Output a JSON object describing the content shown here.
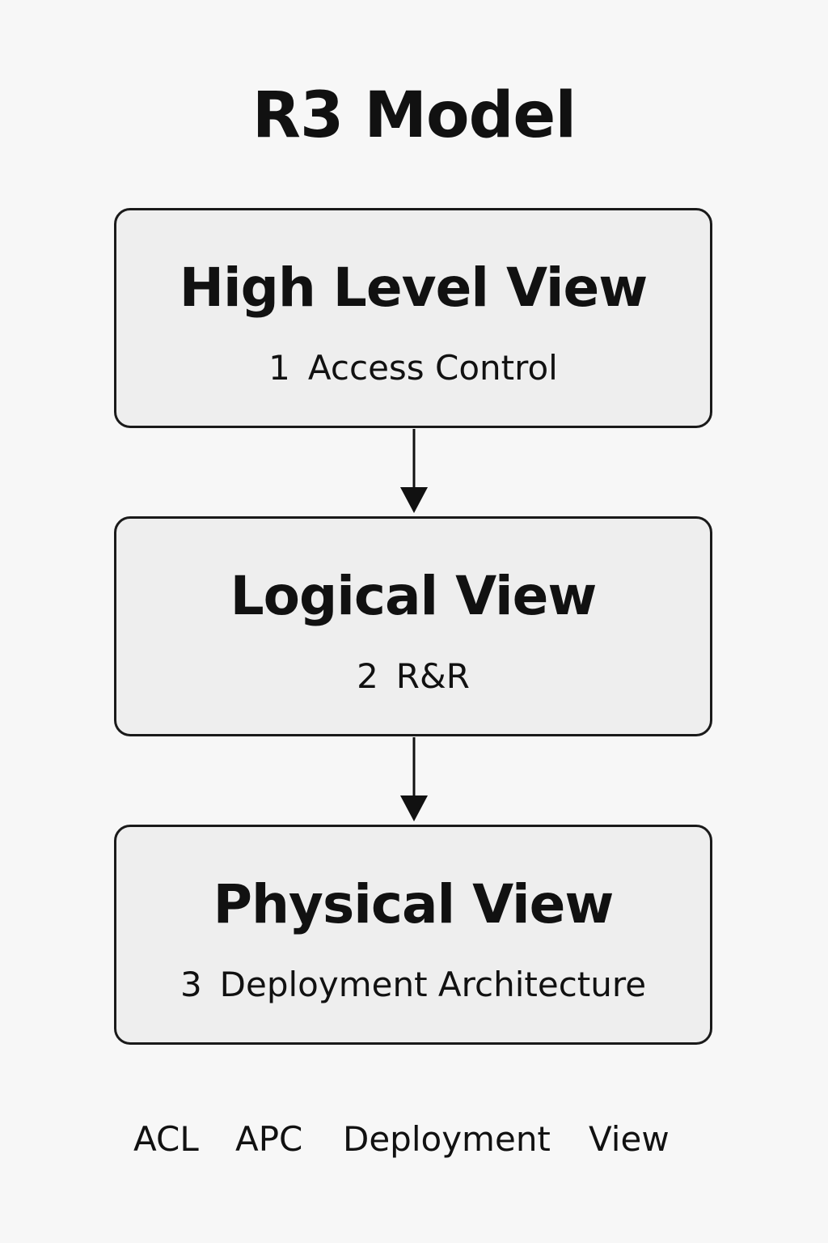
{
  "title": "R3 Model",
  "boxes": [
    {
      "heading": "High Level View",
      "number": "1",
      "label": "Access Control"
    },
    {
      "heading": "Logical View",
      "number": "2",
      "label": "R&R"
    },
    {
      "heading": "Physical View",
      "number": "3",
      "label": "Deployment Architecture"
    }
  ],
  "legend": [
    "ACL",
    "APC",
    "Deployment",
    "View"
  ]
}
